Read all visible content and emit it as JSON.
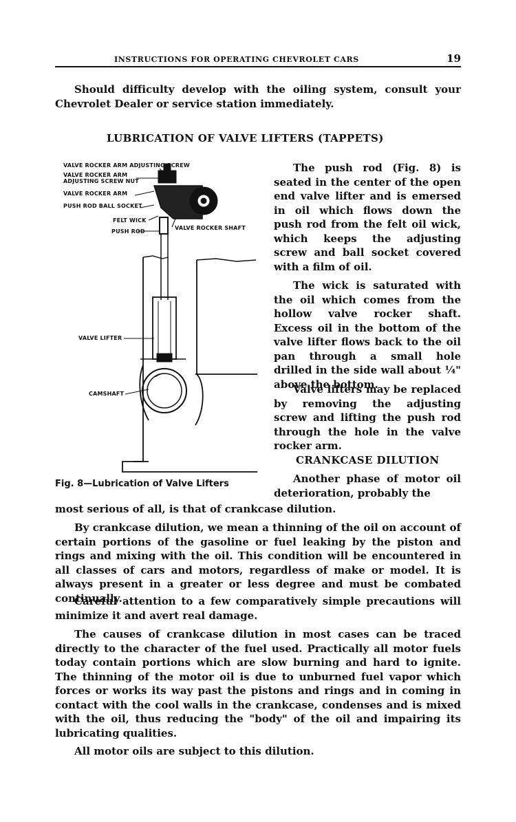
{
  "header": {
    "running_title": "INSTRUCTIONS FOR OPERATING CHEVROLET CARS",
    "page_number": "19"
  },
  "intro": {
    "text": "Should difficulty develop with the oiling system, consult your Chevrolet Dealer or service station immediately."
  },
  "section1": {
    "heading": "LUBRICATION OF VALVE LIFTERS (TAPPETS)",
    "paragraphs": [
      "The push rod (Fig. 8) is seated in the center of the open end valve lifter and is emersed in oil which flows down the push rod from the felt oil wick, which keeps the adjusting screw and ball socket covered with a film of oil.",
      "The wick is saturated with the oil which comes from the hollow valve rocker shaft. Excess oil in the bottom of the valve lifter flows back to the oil pan through a small hole drilled in the side wall about ¼\" above the bottom.",
      "Valve lifters may be replaced by removing the adjusting screw and lifting the push rod through the hole in the valve rocker arm."
    ]
  },
  "figure": {
    "labels": {
      "adjusting_screw": "VALVE ROCKER ARM ADJUSTING SCREW",
      "screw_nut_1": "VALVE ROCKER ARM",
      "screw_nut_2": "ADJUSTING SCREW NUT",
      "rocker_arm": "VALVE ROCKER ARM",
      "ball_socket": "PUSH ROD BALL SOCKET",
      "felt_wick": "FELT WICK",
      "push_rod": "PUSH ROD",
      "rocker_shaft": "VALVE ROCKER SHAFT",
      "valve_lifter": "VALVE LIFTER",
      "camshaft": "CAMSHAFT"
    },
    "caption": "Fig. 8—Lubrication of Valve Lifters"
  },
  "section2": {
    "heading": "CRANKCASE DILUTION",
    "lead_right": "Another phase of motor oil deterioration, probably the",
    "lead_full": "most serious of all, is that of crankcase dilution.",
    "paragraphs": [
      "By crankcase dilution, we mean a thinning of the oil on account of certain portions of the gasoline or fuel leaking by the piston and rings and mixing with the oil. This condition will be encountered in all classes of cars and motors, regardless of make or model. It is always present in a greater or less degree and must be combated continually.",
      "Careful attention to a few comparatively simple precautions will minimize it and avert real damage.",
      "The causes of crankcase dilution in most cases can be traced directly to the character of the fuel used. Practically all motor fuels today contain portions which are slow burning and hard to ignite. The thinning of the motor oil is due to unburned fuel vapor which forces or works its way past the pistons and rings and in coming in contact with the cool walls in the crankcase, condenses and is mixed with the oil, thus reducing the \"body\" of the oil and impairing its lubricating qualities.",
      "All motor oils are subject to this dilution."
    ]
  }
}
